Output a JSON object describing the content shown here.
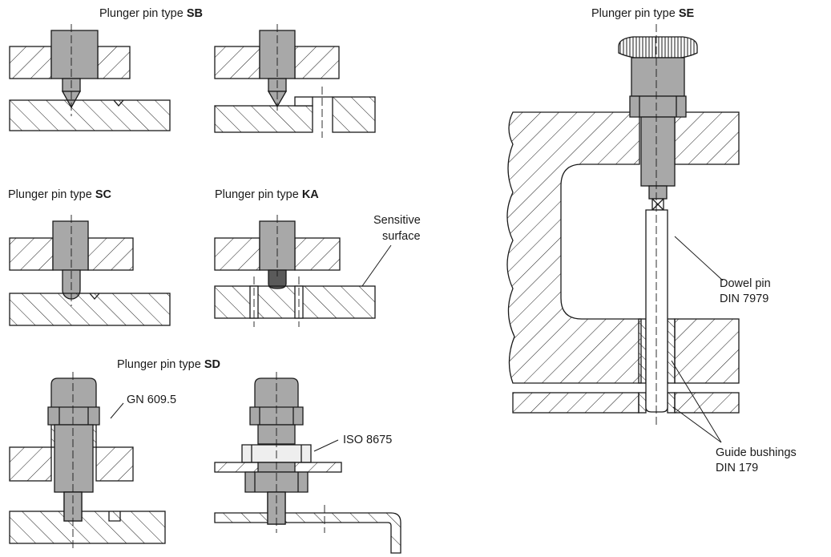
{
  "titles": {
    "sb": {
      "prefix": "Plunger pin type ",
      "code": "SB"
    },
    "se": {
      "prefix": "Plunger pin type ",
      "code": "SE"
    },
    "sc": {
      "prefix": "Plunger pin type ",
      "code": "SC"
    },
    "ka": {
      "prefix": "Plunger pin type ",
      "code": "KA"
    },
    "sd": {
      "prefix": "Plunger pin type ",
      "code": "SD"
    }
  },
  "callouts": {
    "sensitive_surface": [
      "Sensitive",
      "surface"
    ],
    "gn": "GN 609.5",
    "iso": "ISO 8675",
    "dowel_pin": [
      "Dowel pin",
      "DIN 7979"
    ],
    "guide_bushings": [
      "Guide bushings",
      "DIN 179"
    ]
  },
  "colors": {
    "line": "#1a1a1a",
    "metal": "#a8a8a8",
    "metal_dark": "#5a5a5a",
    "nut_light": "#eeeeee"
  }
}
